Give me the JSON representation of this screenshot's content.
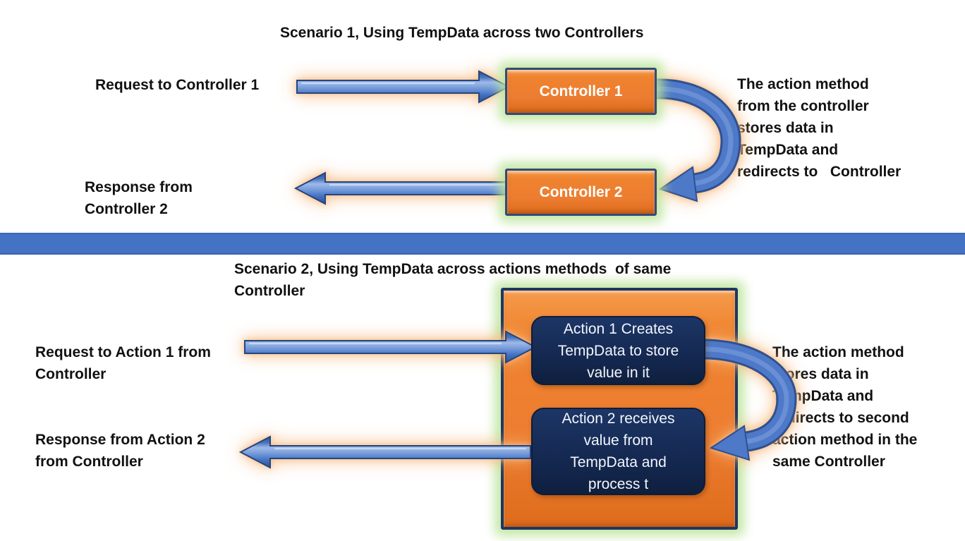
{
  "scenario1": {
    "title": "Scenario 1, Using TempData across two Controllers",
    "request_label": "Request to Controller 1",
    "response_label": "Response from\nController 2",
    "controller1_label": "Controller 1",
    "controller2_label": "Controller 2",
    "note": "The action method\nfrom the controller\nstores data in\nTempData and\nredirects to   Controller"
  },
  "scenario2": {
    "title": "Scenario 2, Using TempData across actions methods  of same\nController",
    "request_label": "Request to Action 1 from\nController",
    "response_label": "Response from Action 2\nfrom Controller",
    "action1_label": "Action 1 Creates\nTempData to store\nvalue in it",
    "action2_label": "Action 2 receives\nvalue from\nTempData and\nprocess t",
    "note": "The action method\nstores data in\nTempData and\nredirects to second\naction method in the\nsame Controller"
  },
  "colors": {
    "box_orange": "#ED7D31",
    "box_border_navy": "#1F3660",
    "action_navy": "#142850",
    "arrow_blue": "#4472C4",
    "arrow_border": "#2F528F",
    "divider_blue": "#4472C4",
    "glow_green": "#BAE398",
    "glow_orange": "#F7B575"
  }
}
